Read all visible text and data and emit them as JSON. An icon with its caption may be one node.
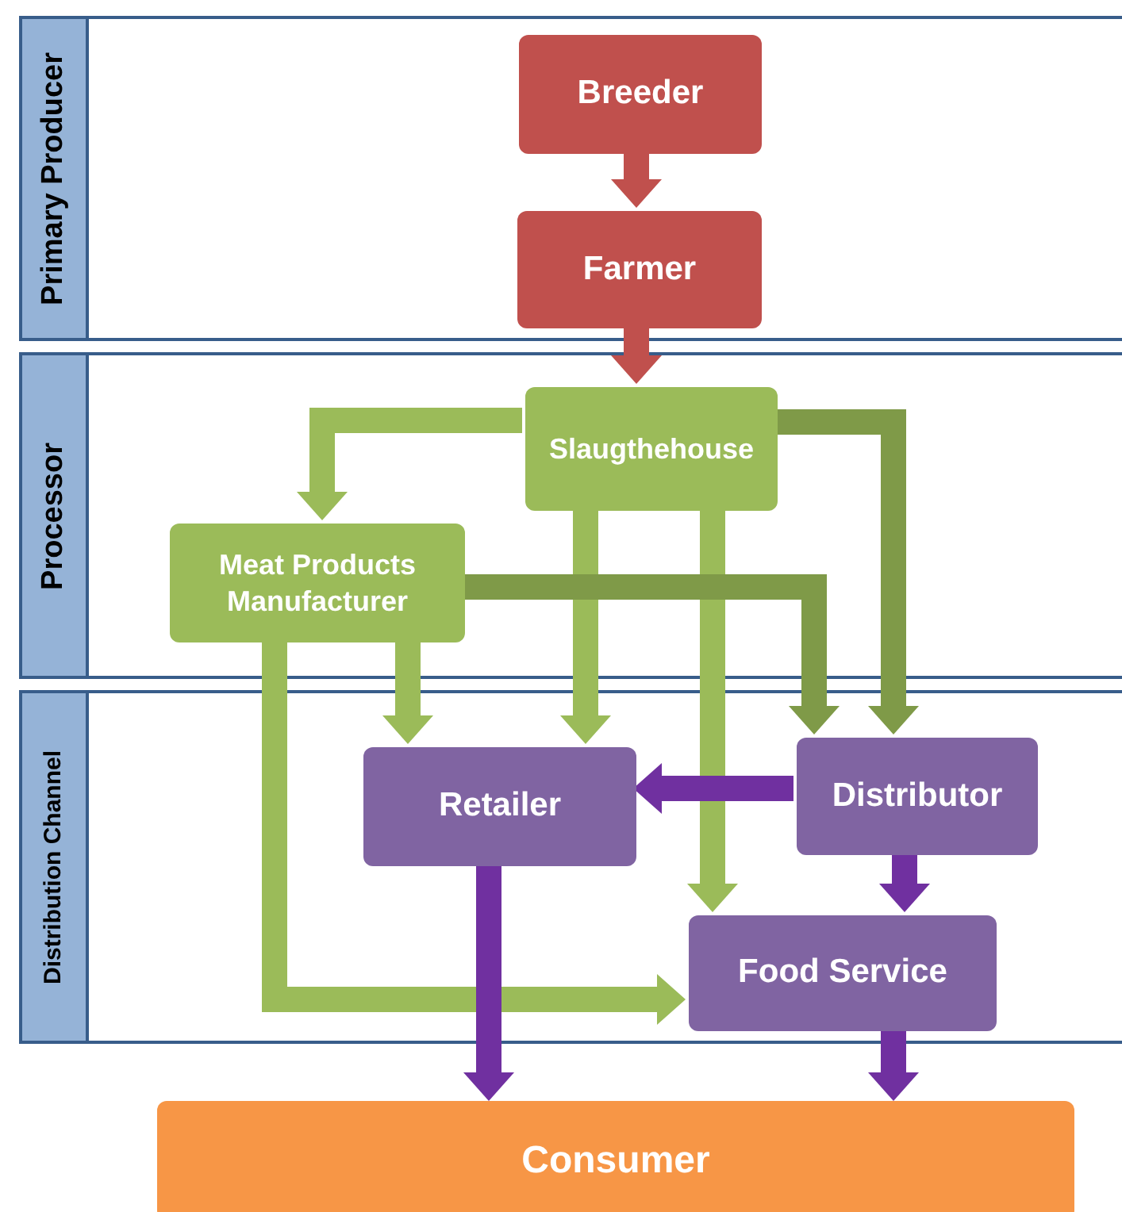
{
  "diagram": {
    "nodes": [
      {
        "text": [
          "Primary Producer"
        ]
      },
      {
        "text": [
          "Breeder"
        ],
        "in": 0
      },
      {
        "text": [
          "Farmer"
        ],
        "in": 0
      },
      {
        "text": [
          "Processor"
        ]
      },
      {
        "text": [
          "Slaugthehouse"
        ],
        "in": 3
      },
      {
        "text": [
          "Meat Products Manufacturer"
        ],
        "in": 3
      },
      {
        "text": [
          "Distribution Channel"
        ]
      },
      {
        "text": [
          "Retailer"
        ],
        "in": 6
      },
      {
        "text": [
          "Distributor"
        ],
        "in": 6
      },
      {
        "text": [
          "Food Service"
        ],
        "in": 6
      },
      {
        "text": [
          "Consumer"
        ]
      }
    ],
    "edges": [
      {
        "from": 1,
        "to": 2,
        "arrow": "to",
        "color": "#c0504d"
      },
      {
        "from": 2,
        "to": 4,
        "arrow": "to",
        "color": "#c0504d"
      },
      {
        "from": 4,
        "to": 5,
        "arrow": "to"
      },
      {
        "from": 4,
        "to": 7,
        "arrow": "to"
      },
      {
        "from": 4,
        "to": 9,
        "arrow": "to"
      },
      {
        "from": 4,
        "to": 8,
        "arrow": "to",
        "color": "#7f9a48"
      },
      {
        "from": 5,
        "to": 8,
        "arrow": "to",
        "color": "#7f9a48"
      },
      {
        "from": 5,
        "to": 7,
        "arrow": "to"
      },
      {
        "from": 5,
        "to": 9,
        "arrow": "to"
      },
      {
        "from": 8,
        "to": 7,
        "arrow": "to",
        "color": "#7030a0"
      },
      {
        "from": 8,
        "to": 9,
        "arrow": "to",
        "color": "#7030a0"
      },
      {
        "from": 7,
        "to": 10,
        "arrow": "to",
        "color": "#7030a0"
      },
      {
        "from": 9,
        "to": 10,
        "arrow": "to",
        "color": "#7030a0"
      }
    ]
  }
}
